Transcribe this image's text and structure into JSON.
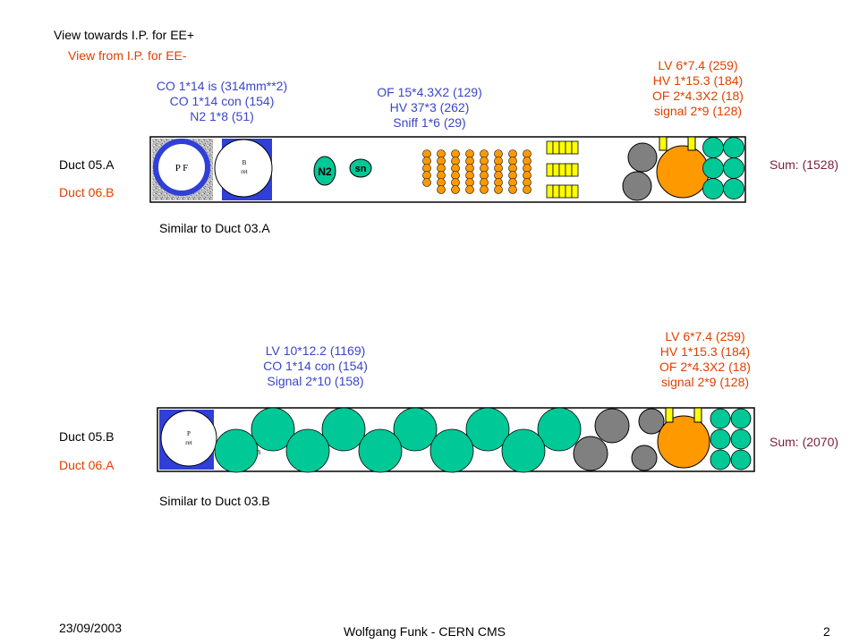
{
  "header": {
    "view_ee_plus": "View towards I.P. for EE+",
    "view_ee_minus": "View from I.P. for EE-"
  },
  "colors": {
    "black": "#000000",
    "red": "#e04000",
    "blue": "#3b46c8",
    "maroon": "#7a1f3a",
    "green": "#00c896",
    "orange": "#ff9900",
    "grey": "#808080",
    "yellow": "#ffff00",
    "duct_fill": "#2f3fd8"
  },
  "duct_top": {
    "label_a": "Duct 05.A",
    "label_b": "Duct 06.B",
    "similar": "Similar to Duct 03.A",
    "sum": "Sum: (1528)",
    "left_block": [
      "CO 1*14 is (314mm**2)",
      "CO 1*14 con (154)",
      "N2 1*8 (51)"
    ],
    "mid_block": [
      "OF 15*4.3X2 (129)",
      "HV 37*3 (262)",
      "Sniff 1*6 (29)"
    ],
    "right_block": [
      "LV  6*7.4 (259)",
      "HV 1*15.3 (184)",
      "OF 2*4.3X2 (18)",
      "signal 2*9 (128)"
    ],
    "pf_label": "P F",
    "bret_label": [
      "B",
      "ret"
    ],
    "n2_label": "N2",
    "sn_label": "sn"
  },
  "duct_bottom": {
    "label_a": "Duct 05.B",
    "label_b": "Duct 06.A",
    "similar": "Similar to Duct 03.B",
    "sum": "Sum: (2070)",
    "mid_block": [
      "LV 10*12.2 (1169)",
      "CO 1*14 con (154)",
      "Signal 2*10 (158)"
    ],
    "right_block": [
      "LV  6*7.4 (259)",
      "HV 1*15.3 (184)",
      "OF 2*4.3X2 (18)",
      "signal 2*9 (128)"
    ],
    "pret_label": [
      "P",
      "ret"
    ],
    "b_label": "B"
  },
  "footer": {
    "date": "23/09/2003",
    "author": "Wolfgang Funk - CERN  CMS",
    "page": "2"
  }
}
